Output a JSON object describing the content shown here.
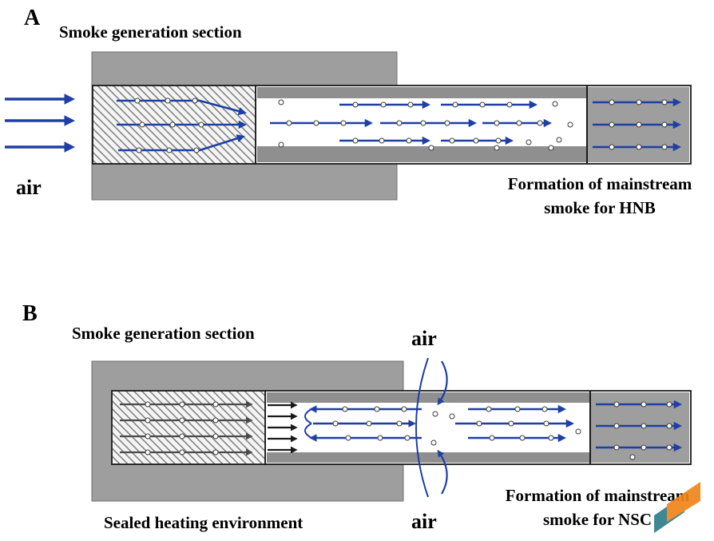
{
  "colors": {
    "arrow_blue": "#1e3fa4",
    "arrow_gray": "#4a4a4a",
    "arrow_black": "#1a1a1a",
    "holder_gray": "#9e9e9e",
    "wall_gray": "#8f8f8f",
    "outline": "#1a1a1a",
    "hatch_line": "#6b6b6b",
    "particle_stroke": "#3a3a3a",
    "logo_orange": "#f08419",
    "logo_teal": "#2f7d8c"
  },
  "panel_a": {
    "label": "A",
    "section_title": "Smoke generation section",
    "air_label": "air",
    "caption_line1": "Formation of mainstream",
    "caption_line2": "smoke for HNB"
  },
  "panel_b": {
    "label": "B",
    "section_title": "Smoke generation section",
    "air_top_label": "air",
    "air_bottom_label": "air",
    "sealed_label": "Sealed heating environment",
    "caption_line1": "Formation of mainstream",
    "caption_line2": "smoke for NSC"
  }
}
